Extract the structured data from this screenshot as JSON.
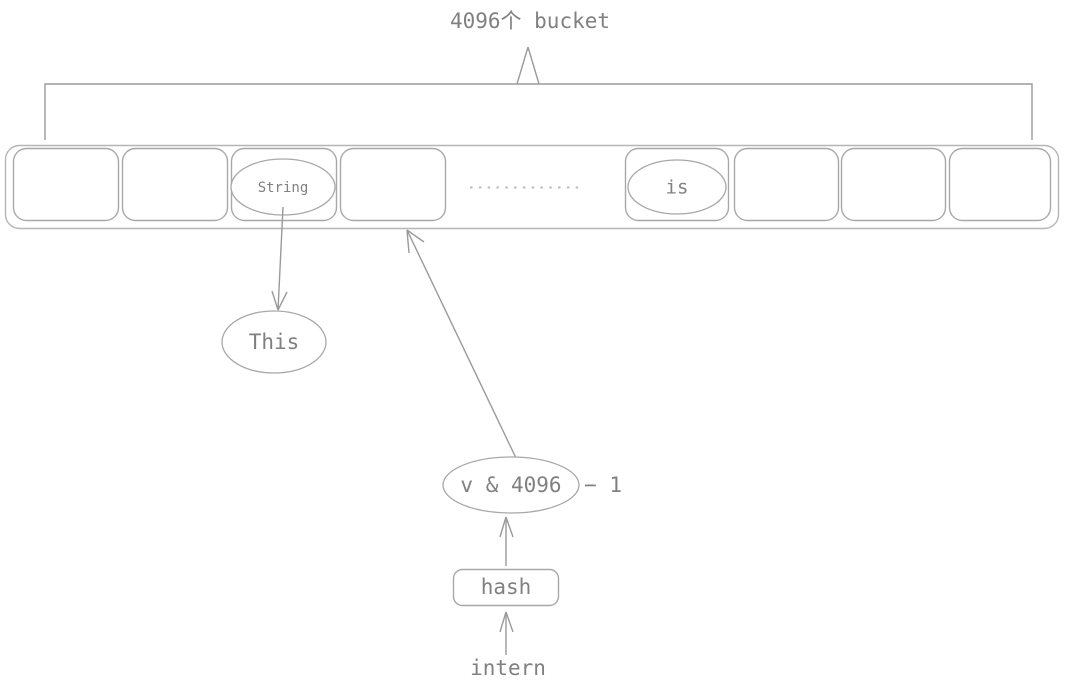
{
  "diagram": {
    "title": "4096个 bucket",
    "caret_icon": "up-caret-icon",
    "bracket_icon": "horizontal-brace-icon",
    "bucket_row": {
      "label": "bucket-array",
      "ellipsis": "..............",
      "buckets": [
        {
          "index": 0,
          "content": ""
        },
        {
          "index": 1,
          "content": ""
        },
        {
          "index": 2,
          "content": "String"
        },
        {
          "index": 3,
          "content": ""
        },
        {
          "index": 4,
          "content": "is"
        },
        {
          "index": 5,
          "content": ""
        },
        {
          "index": 6,
          "content": ""
        },
        {
          "index": 7,
          "content": ""
        }
      ]
    },
    "nodes": {
      "string_entry": "String",
      "is_entry": "is",
      "this_node": "This",
      "index_expr_inner": "v & 4096",
      "index_expr_suffix": "− 1",
      "hash_box": "hash",
      "intern_label": "intern"
    },
    "edges": [
      {
        "name": "string-to-this",
        "from": "String",
        "to": "This"
      },
      {
        "name": "index-to-bucket",
        "from": "v & 4096 - 1",
        "to": "bucket-array"
      },
      {
        "name": "hash-to-index",
        "from": "hash",
        "to": "v & 4096 - 1"
      },
      {
        "name": "intern-to-hash",
        "from": "intern",
        "to": "hash"
      }
    ],
    "colors": {
      "stroke": "#a8a8a8",
      "text": "#808080",
      "background": "#ffffff",
      "dotted": "#bdbdbd"
    }
  }
}
